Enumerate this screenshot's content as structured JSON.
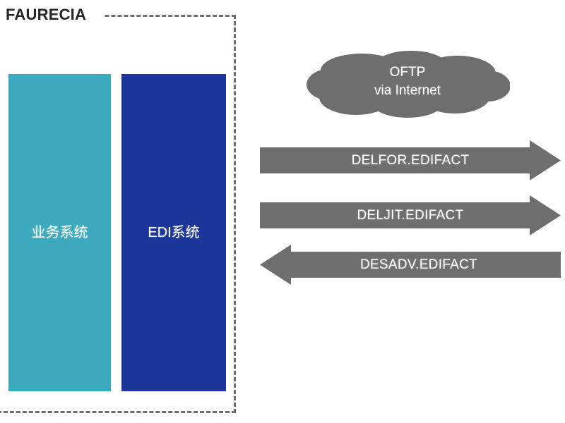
{
  "diagram": {
    "title": "FAURECIA",
    "background_color": "#ffffff"
  },
  "boundary": {
    "name": "company-boundary",
    "style": "dashed",
    "color": "#6e6e6e"
  },
  "systems": [
    {
      "id": "business-system",
      "label": "业务系统",
      "color": "#3da9bf",
      "text_color": "#ffffff"
    },
    {
      "id": "edi-system",
      "label": "EDI系统",
      "color": "#1b359a",
      "text_color": "#ffffff"
    }
  ],
  "cloud": {
    "line1": "OFTP",
    "line2": "via Internet",
    "color": "#6e6e6e",
    "text_color": "#ffffff"
  },
  "flows": [
    {
      "id": "delfor",
      "label": "DELFOR.EDIFACT",
      "direction": "right",
      "color": "#6e6e6e",
      "text_color": "#ffffff"
    },
    {
      "id": "deljit",
      "label": "DELJIT.EDIFACT",
      "direction": "right",
      "color": "#6e6e6e",
      "text_color": "#ffffff"
    },
    {
      "id": "desadv",
      "label": "DESADV.EDIFACT",
      "direction": "left",
      "color": "#6e6e6e",
      "text_color": "#ffffff"
    }
  ]
}
